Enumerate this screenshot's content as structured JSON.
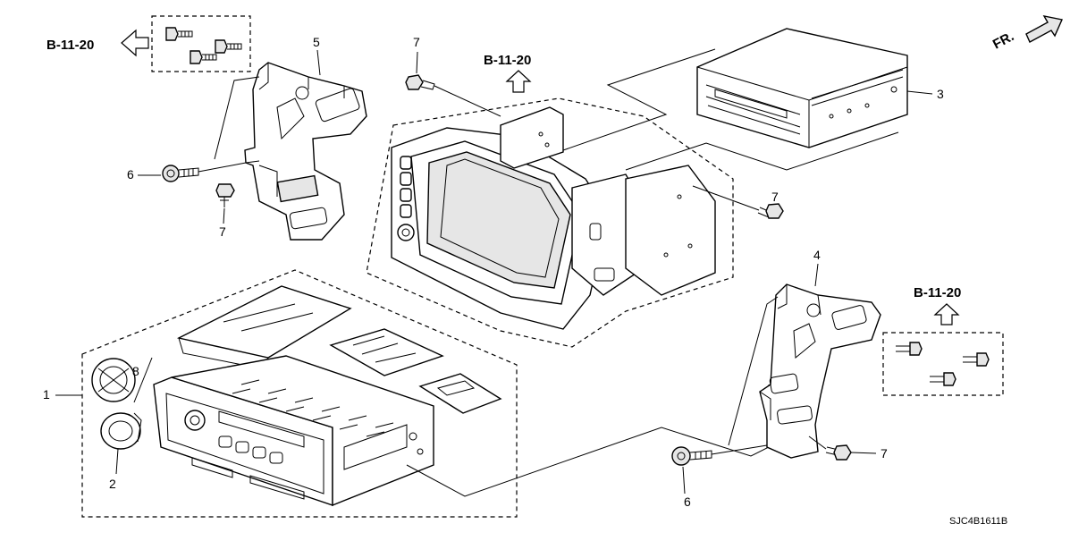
{
  "references": {
    "top_left": "B-11-20",
    "top_center": "B-11-20",
    "right": "B-11-20"
  },
  "orientation_label": "FR.",
  "diagram_code": "SJC4B1611B",
  "callouts": {
    "c1": "1",
    "c2": "2",
    "c3": "3",
    "c4": "4",
    "c5": "5",
    "c6_left": "6",
    "c6_right": "6",
    "c7_top": "7",
    "c7_left": "7",
    "c7_mid": "7",
    "c7_right": "7",
    "c8": "8"
  },
  "parts": [
    {
      "number": "1",
      "description": "audio unit"
    },
    {
      "number": "2",
      "description": "knob"
    },
    {
      "number": "3",
      "description": "changer unit"
    },
    {
      "number": "4",
      "description": "right bracket"
    },
    {
      "number": "5",
      "description": "left bracket"
    },
    {
      "number": "6",
      "description": "flange bolt"
    },
    {
      "number": "7",
      "description": "screw"
    },
    {
      "number": "8",
      "description": "knob"
    }
  ]
}
